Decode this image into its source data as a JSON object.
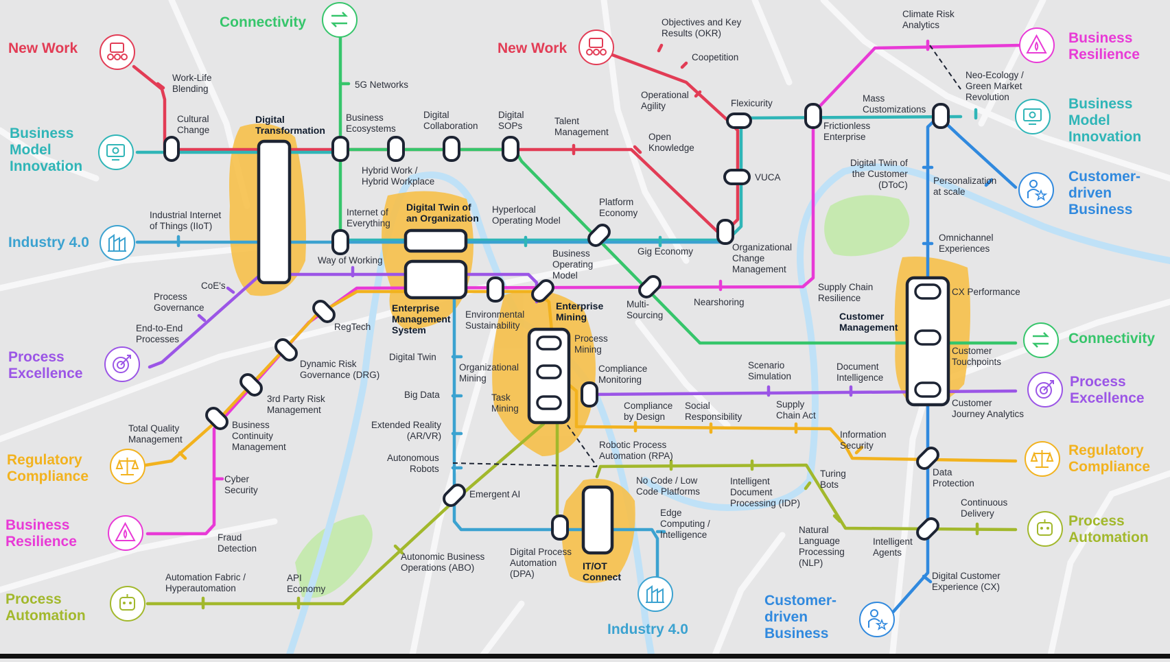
{
  "line_colors": {
    "new_work": "#e23c55",
    "connectivity": "#36c56b",
    "business_model_innovation": "#2fb5b7",
    "industry_40": "#3ba2d0",
    "business_resilience": "#e83ad6",
    "process_excellence": "#9b55e6",
    "regulatory_compliance": "#f2b21e",
    "process_automation": "#a2b82c",
    "customer_driven_business": "#3089de",
    "hub_highlight": "#f6c04a"
  },
  "endpoints": {
    "new_work_left": "New Work",
    "connectivity_top": "Connectivity",
    "new_work_mid": "New Work",
    "business_resilience_top": "Business\nResilience",
    "bmi_left": "Business\nModel\nInnovation",
    "bmi_right": "Business\nModel\nInnovation",
    "cdb_right": "Customer-\ndriven\nBusiness",
    "industry40_left": "Industry 4.0",
    "connectivity_right": "Connectivity",
    "process_excellence_left": "Process\nExcellence",
    "process_excellence_right": "Process\nExcellence",
    "regulatory_left": "Regulatory\nCompliance",
    "regulatory_right": "Regulatory\nCompliance",
    "business_resilience_left": "Business\nResilience",
    "process_automation_right": "Process\nAutomation",
    "process_automation_left": "Process\nAutomation",
    "industry40_bottom": "Industry 4.0",
    "cdb_bottom": "Customer-\ndriven\nBusiness"
  },
  "icons": {
    "new_work_left": "team-collaboration-icon",
    "connectivity_top": "sync-arrows-icon",
    "new_work_mid": "team-collaboration-icon",
    "business_resilience_top": "warning-fire-icon",
    "bmi_left": "monitor-gear-icon",
    "bmi_right": "monitor-gear-icon",
    "cdb_right": "customer-star-icon",
    "industry40_left": "factory-icon",
    "connectivity_right": "sync-arrows-icon",
    "process_excellence_left": "target-arrow-icon",
    "process_excellence_right": "target-arrow-icon",
    "regulatory_left": "scales-icon",
    "regulatory_right": "scales-icon",
    "business_resilience_left": "warning-fire-icon",
    "process_automation_right": "robot-icon",
    "process_automation_left": "robot-icon",
    "industry40_bottom": "factory-icon",
    "cdb_bottom": "customer-star-icon"
  },
  "hubs": {
    "digital_transformation": "Digital\nTransformation",
    "digital_twin_org": "Digital Twin of\nan Organization",
    "enterprise_mgmt": "Enterprise\nManagement\nSystem",
    "enterprise_mining": "Enterprise\nMining",
    "customer_management": "Customer\nManagement",
    "it_ot_connect": "IT/OT\nConnect"
  },
  "stations": {
    "work_life_blending": "Work-Life\nBlending",
    "cultural_change": "Cultural\nChange",
    "five_g": "5G Networks",
    "business_ecosystems": "Business\nEcosystems",
    "digital_collaboration": "Digital\nCollaboration",
    "digital_sops": "Digital\nSOPs",
    "talent_management": "Talent\nManagement",
    "okr": "Objectives and Key\nResults (OKR)",
    "coopetition": "Coopetition",
    "operational_agility": "Operational\nAgility",
    "open_knowledge": "Open\nKnowledge",
    "flexicurity": "Flexicurity",
    "vuca": "VUCA",
    "climate_risk": "Climate Risk\nAnalytics",
    "eco_neology": "Neo-Ecology /\nGreen Market\nRevolution",
    "mass_customization": "Mass\nCustomizations",
    "frictionless": "Frictionless\nEnterprise",
    "dtoc": "Digital Twin of\nthe Customer\n(DToC)",
    "personalization": "Personalization\nat scale",
    "hybrid_work": "Hybrid Work /\nHybrid Workplace",
    "iiot": "Industrial Internet\nof Things (IIoT)",
    "internet_everything": "Internet of\nEverything",
    "hyperlocal": "Hyperlocal\nOperating Model",
    "platform_economy": "Platform\nEconomy",
    "gig_economy": "Gig Economy",
    "org_change": "Organizational\nChange\nManagement",
    "omnichannel": "Omnichannel\nExperiences",
    "way_of_working": "Way of Working",
    "coes": "CoE's",
    "process_governance": "Process\nGovernance",
    "e2e_processes": "End-to-End\nProcesses",
    "regtech": "RegTech",
    "business_operating_model": "Business\nOperating\nModel",
    "multi_sourcing": "Multi-\nSourcing",
    "nearshoring": "Nearshoring",
    "supply_chain_resilience": "Supply Chain\nResilience",
    "cx_performance": "CX Performance",
    "environmental_sustainability": "Environmental\nSustainability",
    "digital_twin": "Digital Twin",
    "big_data": "Big Data",
    "extended_reality": "Extended Reality\n(AR/VR)",
    "autonomous_robots": "Autonomous\nRobots",
    "emergent_ai": "Emergent AI",
    "drg": "Dynamic Risk\nGovernance (DRG)",
    "third_party_risk": "3rd Party Risk\nManagement",
    "bcm": "Business\nContinuity\nManagement",
    "tqm": "Total Quality\nManagement",
    "cyber_security": "Cyber\nSecurity",
    "fraud_detection": "Fraud\nDetection",
    "process_mining": "Process\nMining",
    "organizational_mining": "Organizational\nMining",
    "task_mining": "Task\nMining",
    "compliance_monitoring": "Compliance\nMonitoring",
    "scenario_simulation": "Scenario\nSimulation",
    "document_intelligence": "Document\nIntelligence",
    "customer_touchpoints": "Customer\nTouchpoints",
    "customer_journey": "Customer\nJourney Analytics",
    "compliance_by_design": "Compliance\nby Design",
    "social_responsibility": "Social\nResponsibility",
    "supply_chain_act": "Supply\nChain Act",
    "information_security": "Information\nSecurity",
    "data_protection": "Data\nProtection",
    "rpa": "Robotic Process\nAutomation (RPA)",
    "no_code": "No Code / Low\nCode Platforms",
    "idp": "Intelligent\nDocument\nProcessing (IDP)",
    "turing_bots": "Turing\nBots",
    "continuous_delivery": "Continuous\nDelivery",
    "intelligent_agents": "Intelligent\nAgents",
    "nlp": "Natural\nLanguage\nProcessing\n(NLP)",
    "edge_computing": "Edge\nComputing /\nIntelligence",
    "dpa": "Digital Process\nAutomation\n(DPA)",
    "abo": "Autonomic Business\nOperations (ABO)",
    "automation_fabric": "Automation Fabric /\nHyperautomation",
    "api_economy": "API\nEconomy",
    "digital_cx": "Digital Customer\nExperience (CX)"
  }
}
